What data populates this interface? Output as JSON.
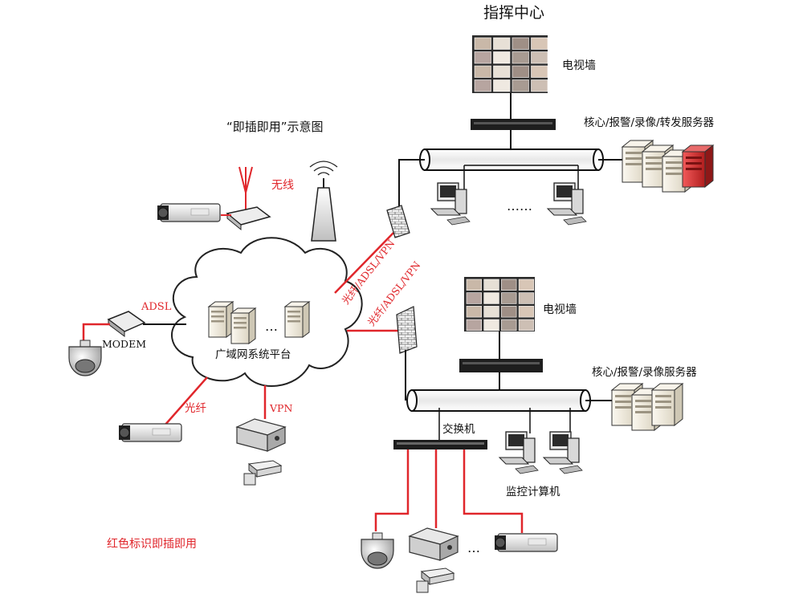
{
  "colors": {
    "plug_and_play_line": "#e0262b",
    "network_line": "#111111",
    "server_highlight": "#d42a2a",
    "server_body": "#f2ede2"
  },
  "command_center": {
    "title": "指挥中心",
    "video_wall_label": "电视墙",
    "servers_label": "核心/报警/录像/转发服务器",
    "ellipsis": "……"
  },
  "diagram_title": "“即插即用”示意图",
  "wireless_label": "无线",
  "wan": {
    "platform_label": "广域网系统平台",
    "ellipsis": "…",
    "link_upper": "光纤/ADSL/VPN",
    "link_lower": "光纤/ADSL/VPN"
  },
  "left_devices": {
    "adsl_label": "ADSL",
    "modem_label": "MODEM",
    "fiber_label": "光纤",
    "vpn_label": "VPN"
  },
  "sub_center": {
    "video_wall_label": "电视墙",
    "servers_label": "核心/报警/录像服务器",
    "switch_label": "交换机",
    "monitor_pcs_label": "监控计算机",
    "ellipsis": "…"
  },
  "legend_text": "红色标识即插即用"
}
